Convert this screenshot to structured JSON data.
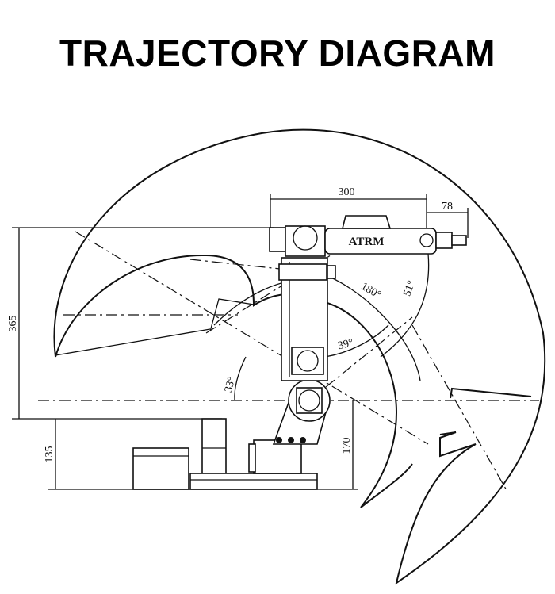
{
  "title": "TRAJECTORY DIAGRAM",
  "dimensions": {
    "upper_arm_length": "300",
    "end_effector_length": "78",
    "total_height": "365",
    "base_height": "135",
    "shoulder_height": "170"
  },
  "angles": {
    "a180": "180°",
    "a51": "51°",
    "a39": "39°",
    "a33": "33°"
  },
  "logo_text": "ATRM"
}
